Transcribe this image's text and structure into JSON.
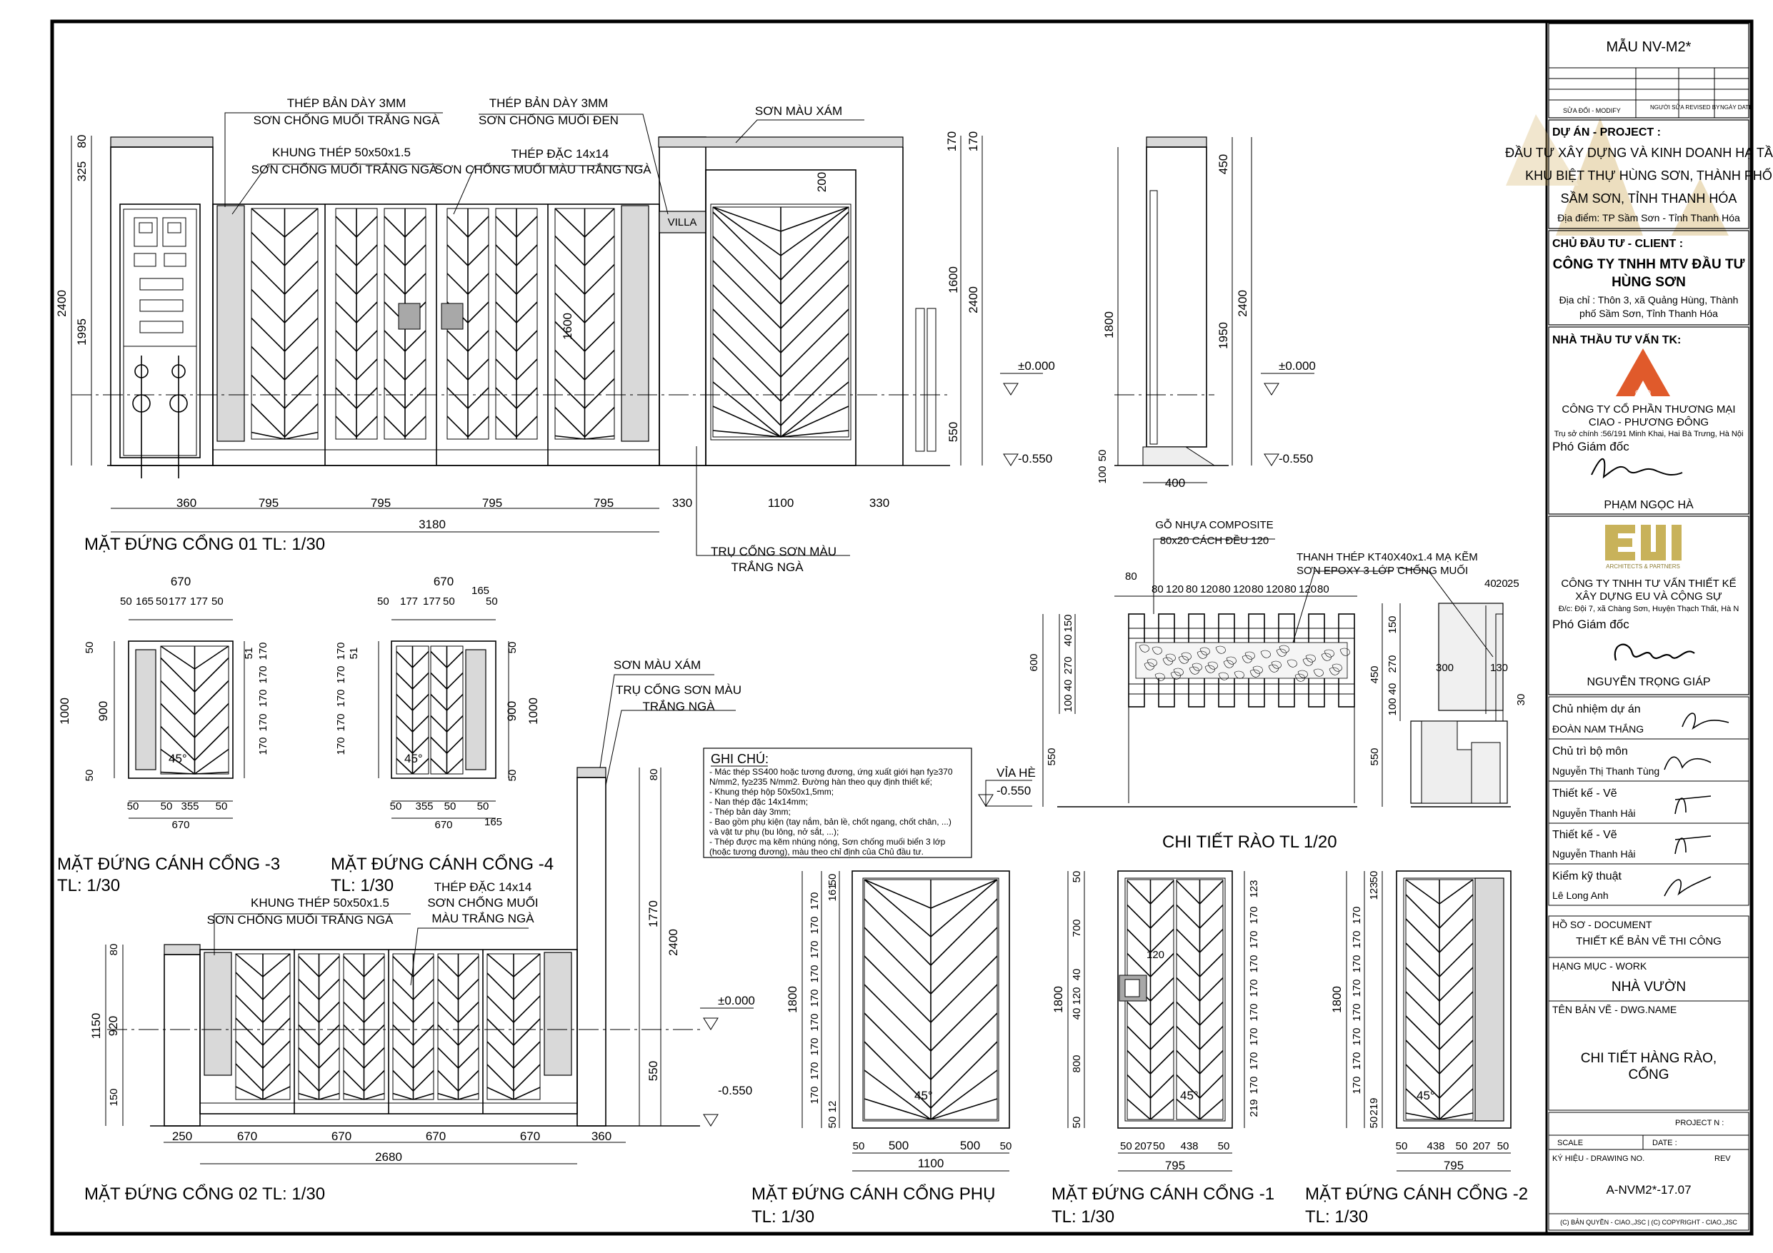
{
  "title_block": {
    "template": "MẪU NV-M2*",
    "rev_headers": [
      "SỬA ĐỔI - MODIFY",
      "NGƯỜI SỬA REVISED BY",
      "NGÀY DATE"
    ],
    "project_label": "DỰ ÁN - PROJECT :",
    "project_lines": [
      "ĐẦU TƯ XÂY DỰNG VÀ KINH DOANH HẠ TẦNG",
      "KHU BIỆT THỰ HÙNG SƠN, THÀNH PHỐ",
      "SẦM SƠN, TỈNH THANH HÓA"
    ],
    "project_location": "Địa điểm: TP Sầm Sơn - Tỉnh Thanh Hóa",
    "client_label": "CHỦ ĐẦU TƯ - CLIENT :",
    "client_lines": [
      "CÔNG TY TNHH MTV ĐẦU TƯ",
      "HÙNG SƠN"
    ],
    "client_address": [
      "Địa chỉ : Thôn 3, xã Quảng Hùng, Thành",
      "phố Sầm Sơn, Tỉnh Thanh Hóa"
    ],
    "consultant_label": "NHÀ THẦU TƯ VẤN TK:",
    "consultant1_logo": "CIAO",
    "consultant1_lines": [
      "CÔNG TY CỔ PHẦN THƯƠNG MẠI",
      "CIAO - PHƯƠNG ĐÔNG"
    ],
    "consultant1_address": "Trụ sở chính :56/191 Minh Khai, Hai Bà Trưng, Hà Nội",
    "consultant1_role": "Phó Giám đốc",
    "consultant1_name": "PHẠM NGỌC HÀ",
    "consultant2_logo_sub": "ARCHITECTS & PARTNERS",
    "consultant2_lines": [
      "CÔNG TY TNHH TƯ VẤN THIẾT KẾ",
      "XÂY DỰNG EU VÀ CỘNG SỰ"
    ],
    "consultant2_address": "Đ/c: Đội 7, xã Chàng Sơn, Huyện Thạch Thất, Hà N",
    "consultant2_role": "Phó Giám đốc",
    "consultant2_name": "NGUYỄN TRỌNG GIÁP",
    "staff": [
      {
        "role": "Chủ nhiệm dự án",
        "name": "ĐOÀN NAM THẮNG"
      },
      {
        "role": "Chủ trì bộ môn",
        "name": "Nguyễn Thị Thanh Tùng"
      },
      {
        "role": "Thiết kế - Vẽ",
        "name": "Nguyễn Thanh Hải"
      },
      {
        "role": "Thiết kế - Vẽ",
        "name": "Nguyễn Thanh Hải"
      },
      {
        "role": "Kiểm kỹ thuật",
        "name": "Lê Long Anh"
      }
    ],
    "doc_label": "HỒ SƠ - DOCUMENT",
    "doc_value": "THIẾT KẾ BẢN VẼ THI CÔNG",
    "work_label": "HẠNG MỤC - WORK",
    "work_value": "NHÀ VƯỜN",
    "dwgname_label": "TÊN BẢN VẼ - DWG.NAME",
    "dwgname_lines": [
      "CHI TIẾT HÀNG RÀO,",
      "CỔNG"
    ],
    "project_no_label": "PROJECT N :",
    "scale_label": "SCALE",
    "date_label": "DATE :",
    "drawing_no_label": "KÝ HIỆU - DRAWING NO.",
    "rev_label": "REV",
    "drawing_no": "A-NVM2*-17.07",
    "copyright": "(C) BẢN QUYỀN - CIAO.,JSC   |   (C) COPYRIGHT - CIAO.,JSC"
  },
  "views": {
    "gate01_title": "MẶT ĐỨNG CỔNG 01 TL: 1/30",
    "gate02_title": "MẶT ĐỨNG CỔNG 02 TL: 1/30",
    "leaf3_title": [
      "MẶT ĐỨNG CÁNH CỔNG -3",
      "TL: 1/30"
    ],
    "leaf4_title": [
      "MẶT ĐỨNG CÁNH CỔNG -4",
      "TL: 1/30"
    ],
    "aux_title": [
      "MẶT ĐỨNG CÁNH CỔNG PHỤ",
      "TL: 1/30"
    ],
    "leaf1_title": [
      "MẶT ĐỨNG CÁNH CỔNG -1",
      "TL: 1/30"
    ],
    "leaf2_title": [
      "MẶT ĐỨNG CÁNH CỔNG -2",
      "TL: 1/30"
    ],
    "fence_title": "CHI TIẾT RÀO  TL 1/20"
  },
  "notes": {
    "n1": [
      "THÉP BẢN DÀY 3MM",
      "SƠN CHỐNG MUỐI TRẮNG NGÀ"
    ],
    "n2": [
      "THÉP BẢN DÀY 3MM",
      "SƠN CHỐNG MUỐI ĐEN"
    ],
    "n3": [
      "KHUNG THÉP 50x50x1.5",
      "SƠN CHỐNG MUỐI TRẮNG NGÀ"
    ],
    "n4": [
      "THÉP ĐẶC 14x14",
      "SƠN CHỐNG MUỐI MÀU TRẮNG NGÀ"
    ],
    "n5": "SƠN MÀU XÁM",
    "n6": [
      "TRỤ CỔNG SƠN MÀU",
      "TRẮNG NGÀ"
    ],
    "n7": "SƠN MÀU XÁM",
    "n8": [
      "TRỤ CỔNG SƠN MÀU",
      "TRẮNG NGÀ"
    ],
    "n9": [
      "KHUNG THÉP 50x50x1.5",
      "SƠN CHỐNG MUỐI TRẮNG NGÀ"
    ],
    "n10": [
      "THÉP ĐẶC 14x14",
      "SƠN CHỐNG MUỐI",
      "MÀU TRẮNG NGÀ"
    ],
    "villa": "VILLA",
    "fence1": [
      "GỖ NHỰA COMPOSITE",
      "80x20 CÁCH ĐỀU 120"
    ],
    "fence2": [
      "THANH THÉP KT40X40x1.4 MẠ KẼM",
      "SƠN EPOXY 3 LỚP CHỐNG MUỐI"
    ],
    "via_he": "VỈA HÈ",
    "levels": {
      "zero": "±0.000",
      "neg": "-0.550"
    },
    "angle": "45°"
  },
  "ghichu": {
    "title": "GHI CHÚ:",
    "lines": [
      "- Mác thép SS400 hoặc tương đương, ứng xuất giới hạn fy≥370",
      "N/mm2, fy≥235 N/mm2. Đường hàn theo quy định thiết kế;",
      "- Khung thép hộp 50x50x1,5mm;",
      "- Nan thép đặc 14x14mm;",
      "- Thép bản dày 3mm;",
      "- Bao gồm phụ kiện (tay nắm, bản lề, chốt ngang, chốt chân, ...)",
      "và vật tư phụ (bu lông, nở sắt, ...);",
      "- Thép được mạ kẽm nhúng nóng, Sơn chống muối biển 3 lớp",
      "(hoặc tương đương), màu theo chỉ định của Chủ đầu tư."
    ]
  },
  "dims": {
    "g1_bottom": [
      "360",
      "795",
      "795",
      "795",
      "795",
      "330",
      "1100",
      "330"
    ],
    "g1_total": "3180",
    "g1_left": [
      "80",
      "325",
      "1995",
      "2400"
    ],
    "g1_right": [
      "170",
      "170",
      "200",
      "1600",
      "2400",
      "550"
    ],
    "g1_mid": "1600",
    "pillar": [
      "450",
      "1800",
      "1950",
      "2400",
      "100",
      "50",
      "400"
    ],
    "l3_top": "670",
    "l3_topsub": [
      "50",
      "165",
      "50",
      "177",
      "177",
      "50"
    ],
    "l3_bottom": [
      "50",
      "50",
      "355",
      "50"
    ],
    "l3_total": "670",
    "l3_left": [
      "50",
      "900",
      "1000",
      "50"
    ],
    "l3_right": [
      "51",
      "170",
      "170",
      "170",
      "170",
      "170"
    ],
    "l4_top": "670",
    "l4_topsub": [
      "50",
      "177",
      "177",
      "50",
      "165",
      "50"
    ],
    "l4_bottom": [
      "50",
      "355",
      "50",
      "50"
    ],
    "l4_total": "670",
    "l4_right": [
      "50",
      "900",
      "1000",
      "50"
    ],
    "l4_left": [
      "170",
      "170",
      "170",
      "170",
      "170",
      "51"
    ],
    "g2_bottom": [
      "250",
      "670",
      "670",
      "670",
      "670",
      "360"
    ],
    "g2_total": "2680",
    "g2_left": [
      "80",
      "1150",
      "920",
      "150"
    ],
    "g2_right": [
      "80",
      "1770",
      "2400",
      "550"
    ],
    "aux_bottom": [
      "50",
      "500",
      "500",
      "50"
    ],
    "aux_total": "1100",
    "aux_left": [
      "1800",
      "50",
      "161",
      "170",
      "170",
      "170",
      "170",
      "170",
      "170",
      "170",
      "170",
      "170",
      "12",
      "50"
    ],
    "l1_bottom": [
      "50",
      "207",
      "50",
      "438",
      "50"
    ],
    "l1_total": "795",
    "l1_left": [
      "1800",
      "50",
      "700",
      "40",
      "120",
      "40",
      "800",
      "50"
    ],
    "l1_right": [
      "123",
      "170",
      "170",
      "170",
      "170",
      "170",
      "170",
      "170",
      "170",
      "219"
    ],
    "l1_hinge": "120",
    "l2_bottom": [
      "50",
      "438",
      "50",
      "207",
      "50"
    ],
    "l2_total": "795",
    "l2_left": [
      "1800",
      "50",
      "123",
      "170",
      "170",
      "170",
      "170",
      "170",
      "170",
      "170",
      "170",
      "219",
      "50"
    ],
    "fence_top": [
      "80",
      "80",
      "120",
      "80",
      "120",
      "80",
      "120",
      "80",
      "120",
      "80",
      "120",
      "80"
    ],
    "fence_left": [
      "600",
      "550",
      "150",
      "40",
      "270",
      "40",
      "100"
    ],
    "fence_right": [
      "40",
      "20",
      "25",
      "150",
      "450",
      "270",
      "40",
      "100",
      "550",
      "300",
      "130",
      "30"
    ]
  }
}
